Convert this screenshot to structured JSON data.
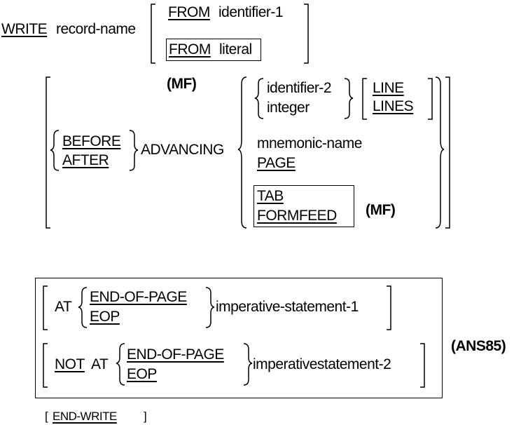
{
  "syntax": {
    "write": "WRITE",
    "record_name": "record-name",
    "from_1": "FROM",
    "identifier_1": "identifier-1",
    "from_2": "FROM",
    "literal": "literal",
    "mf_1": "(MF)",
    "before": "BEFORE",
    "after": "AFTER",
    "advancing": "ADVANCING",
    "identifier_2": "identifier-2",
    "integer": "integer",
    "line": "LINE",
    "lines": "LINES",
    "mnemonic_name": "mnemonic-name",
    "page": "PAGE",
    "tab": "TAB",
    "formfeed": "FORMFEED",
    "mf_2": "(MF)",
    "at_1": "AT",
    "end_of_page_1": "END-OF-PAGE",
    "eop_1": "EOP",
    "imperative_1": "imperative-statement-1",
    "not": "NOT",
    "at_2": "AT",
    "end_of_page_2": "END-OF-PAGE",
    "eop_2": "EOP",
    "imperative_2": "imperativestatement-2",
    "ans85": "(ANS85)",
    "end_write_open": "[",
    "end_write": "END-WRITE",
    "end_write_close": "]"
  }
}
